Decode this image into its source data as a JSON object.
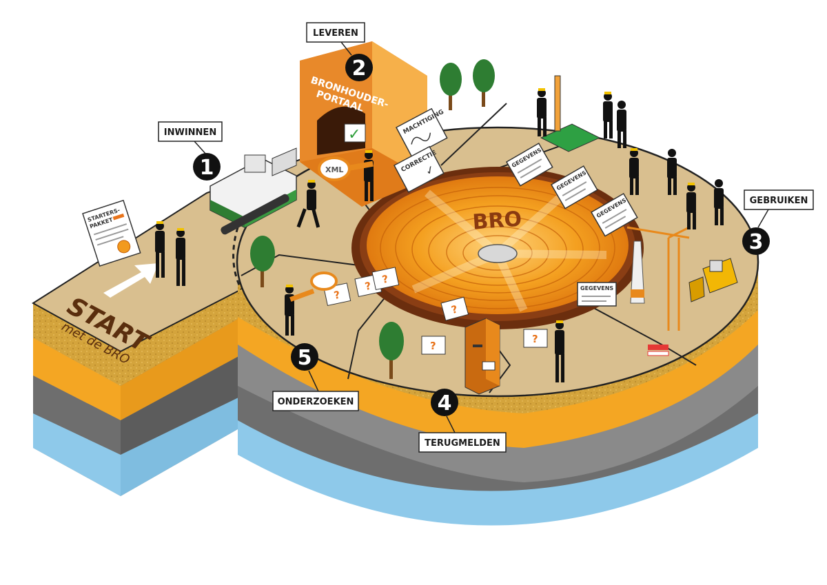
{
  "start": {
    "title": "START",
    "subtitle": "met de BRO"
  },
  "center": {
    "label": "BRO"
  },
  "portal": {
    "line1": "BRONHOUDER-",
    "line2": "PORTAAL"
  },
  "documents": {
    "starterspakket_1": "STARTERS-",
    "starterspakket_2": "PAKKET",
    "xml": "XML",
    "machtiging": "MACHTIGING",
    "correctie": "CORRECTIE",
    "gegevens": "GEGEVENS",
    "question": "?"
  },
  "steps": [
    {
      "number": "1",
      "label": "INWINNEN"
    },
    {
      "number": "2",
      "label": "LEVEREN"
    },
    {
      "number": "3",
      "label": "GEBRUIKEN"
    },
    {
      "number": "4",
      "label": "TERUGMELDEN"
    },
    {
      "number": "5",
      "label": "ONDERZOEKEN"
    }
  ],
  "colors": {
    "ground_top": "#d9bf8f",
    "path": "#c9a46e",
    "sand_layer": "#d4a43c",
    "orange_layer": "#f4a623",
    "grey_layer": "#8a8a8a",
    "dark_layer": "#5c5c5c",
    "water_layer": "#8ec9ea",
    "bro_orange": "#f29a1e",
    "rim_brown": "#7a3a12",
    "portal_orange": "#f2a23a",
    "tree_green": "#2e7d32"
  }
}
